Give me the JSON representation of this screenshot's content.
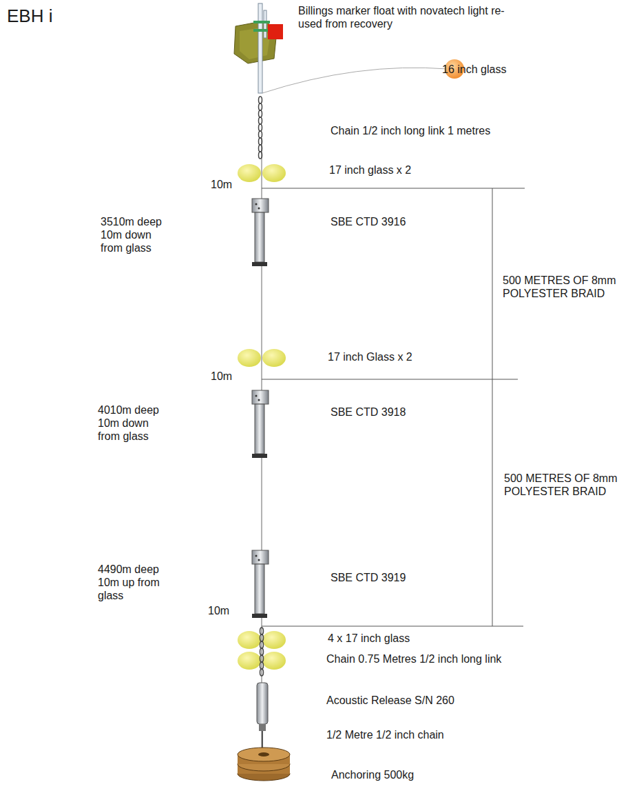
{
  "diagram": {
    "title": "EBH i",
    "labels": [
      "Billings marker float with novatech light re-used from recovery",
      "16 inch glass",
      "Chain 1/2 inch long link 1 metres",
      "17 inch glass x 2",
      "10m",
      "3510m deep 10m down from glass",
      "SBE CTD 3916",
      "500 METRES OF 8mm POLYESTER BRAID",
      "17 inch Glass x 2",
      "10m",
      "4010m deep 10m down from glass",
      "SBE CTD 3918",
      "500 METRES OF 8mm POLYESTER BRAID",
      "4490m deep 10m up from glass",
      "SBE CTD 3919",
      "10m",
      "4 x 17 inch glass",
      "Chain 0.75 Metres 1/2 inch long link",
      "Acoustic Release S/N 260",
      "1/2 Metre 1/2 inch chain",
      "Anchoring 500kg"
    ]
  }
}
